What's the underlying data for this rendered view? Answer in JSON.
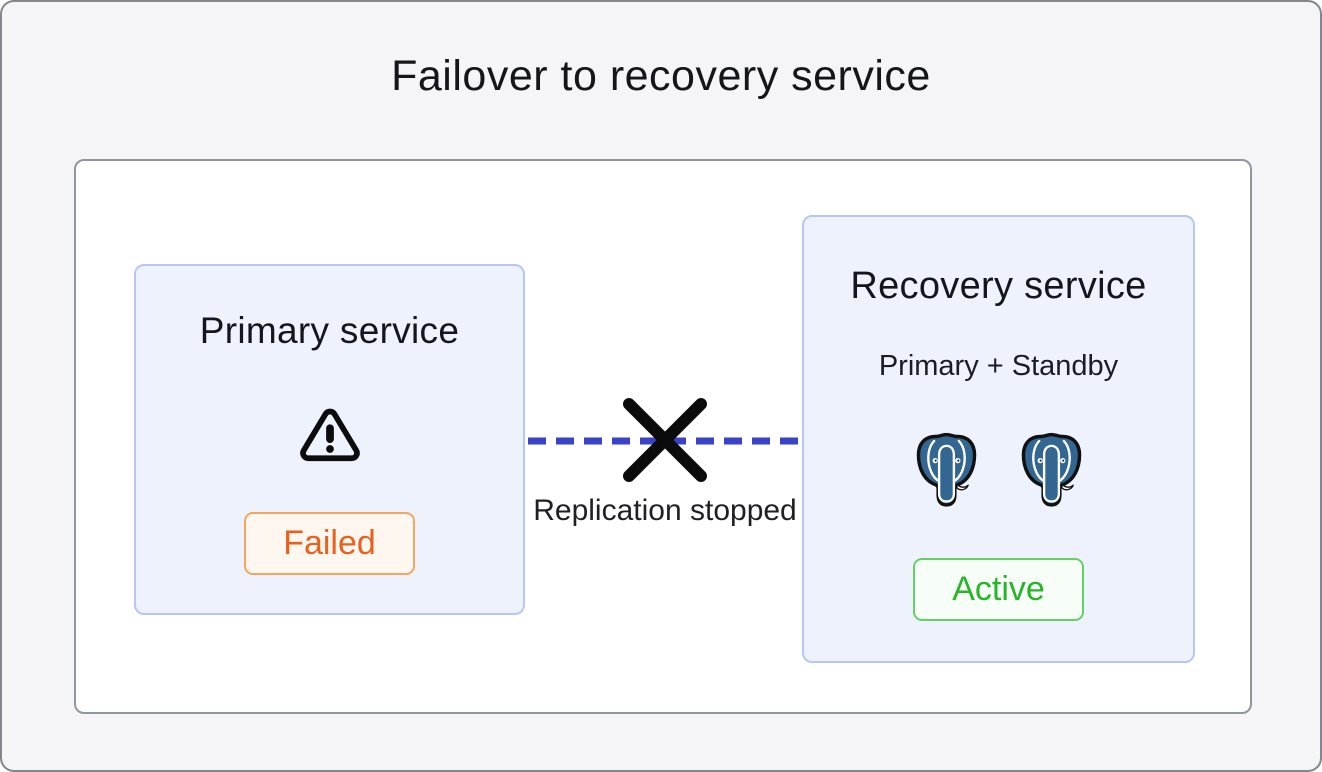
{
  "title": "Failover to recovery service",
  "primary_card": {
    "title": "Primary service",
    "icon": "warning-triangle-icon",
    "status_label": "Failed"
  },
  "recovery_card": {
    "title": "Recovery service",
    "subtitle": "Primary + Standby",
    "icons": [
      "postgresql-elephant-icon",
      "postgresql-elephant-icon"
    ],
    "status_label": "Active"
  },
  "connector": {
    "label": "Replication stopped",
    "line_style": "dashed",
    "marker": "x-cross"
  },
  "colors": {
    "page_background": "#f5f5f7",
    "frame_border": "#84858d",
    "panel_background": "#ffffff",
    "panel_border": "#9095a1",
    "card_background": "#eef2fd",
    "card_border": "#b9c6f2",
    "connector_blue": "#3843c8",
    "cross_black": "#0b0b0b",
    "failed_text": "#e9601f",
    "failed_border": "#f5a55f",
    "failed_background": "#fdf7f0",
    "active_text": "#29b529",
    "active_border": "#65d165",
    "active_background": "#f7fdf7",
    "postgres_blue": "#336791",
    "text_dark": "#15151c"
  }
}
